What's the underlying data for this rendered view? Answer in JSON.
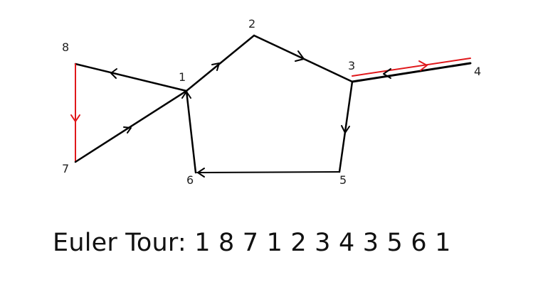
{
  "nodes": {
    "n1": "1",
    "n2": "2",
    "n3": "3",
    "n4": "4",
    "n5": "5",
    "n6": "6",
    "n7": "7",
    "n8": "8"
  },
  "caption": "Euler Tour: 1 8 7 1 2 3 4 3 5 6 1",
  "colors": {
    "edge": "#000000",
    "highlight": "#e0181b"
  }
}
